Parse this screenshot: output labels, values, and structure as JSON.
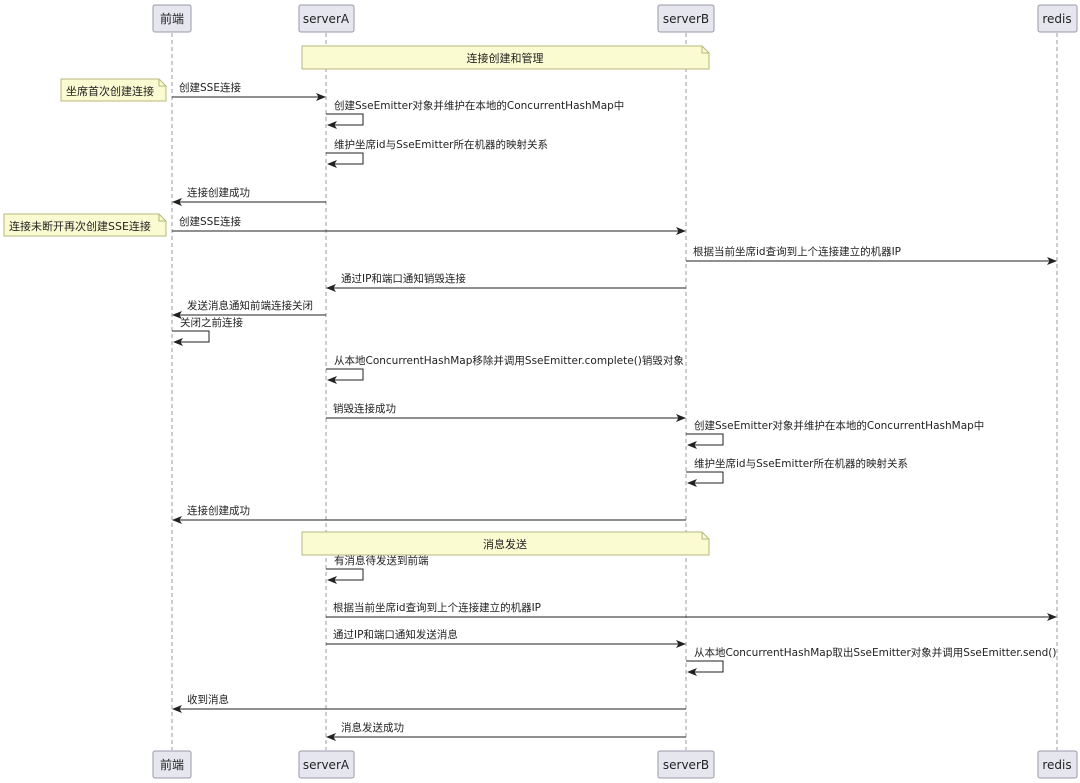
{
  "participants": [
    {
      "id": "frontend",
      "label": "前端"
    },
    {
      "id": "serverA",
      "label": "serverA"
    },
    {
      "id": "serverB",
      "label": "serverB"
    },
    {
      "id": "redis",
      "label": "redis"
    }
  ],
  "notes": [
    {
      "id": "note-side-1",
      "text": "坐席首次创建连接"
    },
    {
      "id": "note-side-2",
      "text": "连接未断开再次创建SSE连接"
    }
  ],
  "sections": [
    {
      "id": "section-1",
      "text": "连接创建和管理"
    },
    {
      "id": "section-2",
      "text": "消息发送"
    }
  ],
  "messages": [
    {
      "from": "frontend",
      "to": "serverA",
      "text": "创建SSE连接"
    },
    {
      "from": "serverA",
      "to": "serverA",
      "text": "创建SseEmitter对象并维护在本地的ConcurrentHashMap中"
    },
    {
      "from": "serverA",
      "to": "serverA",
      "text": "维护坐席id与SseEmitter所在机器的映射关系"
    },
    {
      "from": "serverA",
      "to": "frontend",
      "text": "连接创建成功"
    },
    {
      "from": "frontend",
      "to": "serverB",
      "text": "创建SSE连接"
    },
    {
      "from": "serverB",
      "to": "redis",
      "text": "根据当前坐席id查询到上个连接建立的机器IP"
    },
    {
      "from": "serverB",
      "to": "serverA",
      "text": "通过IP和端口通知销毁连接"
    },
    {
      "from": "serverA",
      "to": "frontend",
      "text": "发送消息通知前端连接关闭"
    },
    {
      "from": "frontend",
      "to": "frontend",
      "text": "关闭之前连接"
    },
    {
      "from": "serverA",
      "to": "serverA",
      "text": "从本地ConcurrentHashMap移除并调用SseEmitter.complete()销毁对象"
    },
    {
      "from": "serverA",
      "to": "serverB",
      "text": "销毁连接成功"
    },
    {
      "from": "serverB",
      "to": "serverB",
      "text": "创建SseEmitter对象并维护在本地的ConcurrentHashMap中"
    },
    {
      "from": "serverB",
      "to": "serverB",
      "text": "维护坐席id与SseEmitter所在机器的映射关系"
    },
    {
      "from": "serverB",
      "to": "frontend",
      "text": "连接创建成功"
    },
    {
      "from": "serverA",
      "to": "serverA",
      "text": "有消息待发送到前端"
    },
    {
      "from": "serverA",
      "to": "redis",
      "text": "根据当前坐席id查询到上个连接建立的机器IP"
    },
    {
      "from": "serverA",
      "to": "serverB",
      "text": "通过IP和端口通知发送消息"
    },
    {
      "from": "serverB",
      "to": "serverB",
      "text": "从本地ConcurrentHashMap取出SseEmitter对象并调用SseEmitter.send()"
    },
    {
      "from": "serverB",
      "to": "frontend",
      "text": "收到消息"
    },
    {
      "from": "serverB",
      "to": "serverA",
      "text": "消息发送成功"
    }
  ]
}
